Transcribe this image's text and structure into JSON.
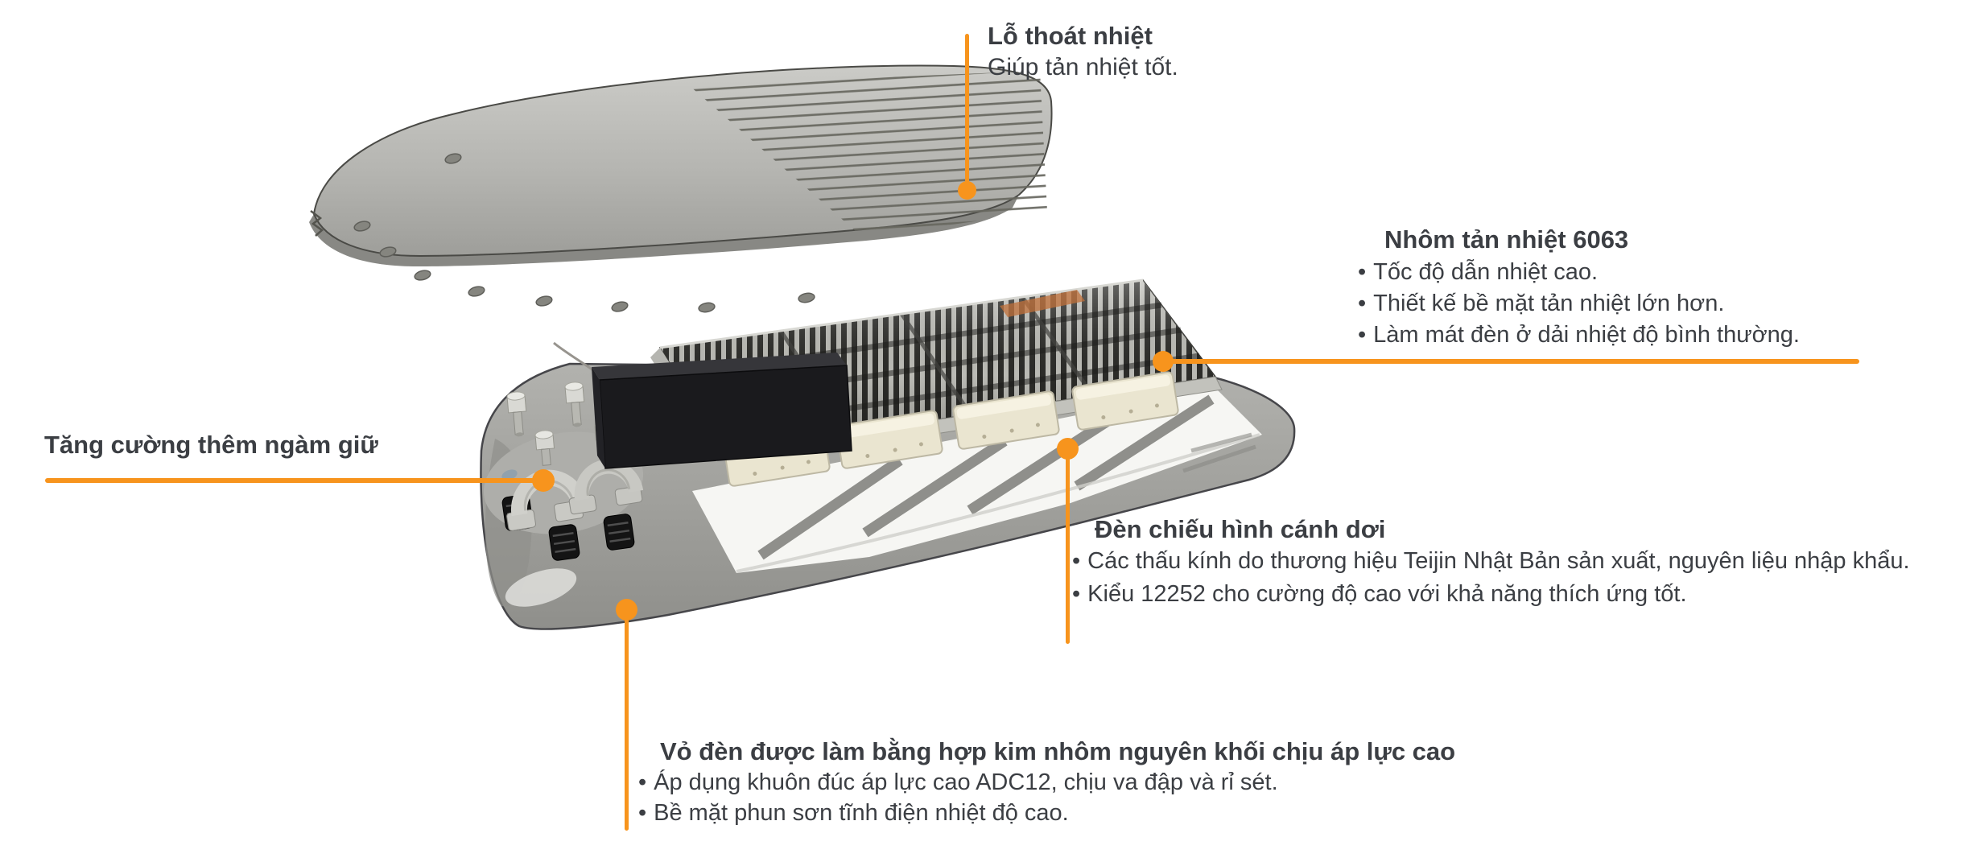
{
  "page": {
    "background": "#ffffff",
    "accent": "#f7941d",
    "ink": "#3b3e43",
    "bullet_char": "•"
  },
  "callouts": {
    "vent": {
      "title": "Lỗ thoát nhiệt",
      "desc": "Giúp tản nhiệt tốt."
    },
    "heatsink": {
      "title": "Nhôm tản nhiệt 6063",
      "bullets": [
        "Tốc độ dẫn nhiệt cao.",
        "Thiết kế bề mặt tản nhiệt lớn hơn.",
        "Làm mát đèn ở dải nhiệt độ bình thường."
      ]
    },
    "clamp": {
      "title": "Tăng cường thêm ngàm giữ"
    },
    "lens": {
      "title": "Đèn chiếu hình cánh dơi",
      "bullets": [
        "Các thấu kính do thương hiệu Teijin Nhật Bản sản xuất, nguyên liệu nhập khẩu.",
        "Kiểu 12252 cho cường độ cao với khả năng thích ứng tốt."
      ]
    },
    "housing": {
      "title": "Vỏ đèn được làm bằng hợp kim nhôm nguyên khối chịu áp lực cao",
      "bullets": [
        "Áp dụng khuôn đúc áp lực cao ADC12, chịu va đập và rỉ sét.",
        "Bề mặt phun sơn tĩnh điện nhiệt độ cao."
      ]
    }
  }
}
